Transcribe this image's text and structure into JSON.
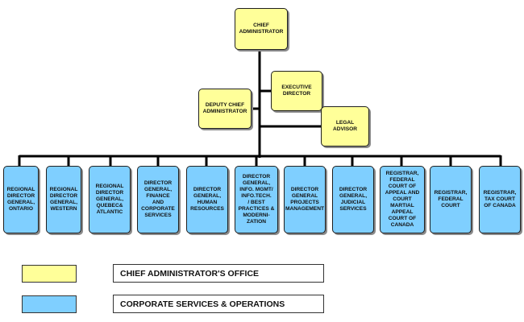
{
  "colors": {
    "office": "#ffff99",
    "operations": "#7fcfff",
    "line": "#000000"
  },
  "chief": "CHIEF\nADMINISTRATOR",
  "executive": "EXECUTIVE\nDIRECTOR",
  "deputy": "DEPUTY CHIEF\nADMINISTRATOR",
  "legal": "LEGAL\nADVISOR",
  "divisions": [
    "REGIONAL\nDIRECTOR\nGENERAL,\nONTARIO",
    "REGIONAL\nDIRECTOR\nGENERAL,\nWESTERN",
    "REGIONAL\nDIRECTOR\nGENERAL,\nQUEBEC&\nATLANTIC",
    "DIRECTOR\nGENERAL,\nFINANCE\nAND\nCORPORATE\nSERVICES",
    "DIRECTOR\nGENERAL,\nHUMAN\nRESOURCES",
    "DIRECTOR\nGENERAL,\nINFO. MGMT/\nINFO.TECH.\n/ BEST\nPRACTICES &\nMODERNI-\nZATION",
    "DIRECTOR\nGENERAL\nPROJECTS\nMANAGEMENT",
    "DIRECTOR\nGENERAL,\nJUDICIAL\nSERVICES",
    "REGISTRAR,\nFEDERAL\nCOURT OF\nAPPEAL AND\nCOURT\nMARTIAL\nAPPEAL\nCOURT OF\nCANADA",
    "REGISTRAR,\nFEDERAL\nCOURT",
    "REGISTRAR,\nTAX COURT\nOF CANADA"
  ],
  "legend": {
    "office": "CHIEF ADMINISTRATOR'S OFFICE",
    "operations": "CORPORATE SERVICES & OPERATIONS"
  }
}
